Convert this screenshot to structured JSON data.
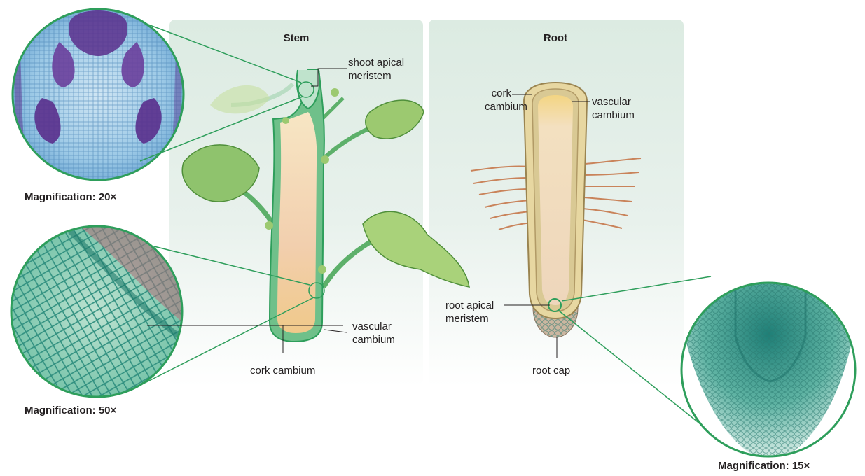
{
  "panels": {
    "stem": {
      "title": "Stem"
    },
    "root": {
      "title": "Root"
    }
  },
  "labels": {
    "shoot_apical_meristem_1": "shoot apical",
    "shoot_apical_meristem_2": "meristem",
    "stem_vascular_cambium_1": "vascular",
    "stem_vascular_cambium_2": "cambium",
    "stem_cork_cambium": "cork cambium",
    "root_cork_cambium_1": "cork",
    "root_cork_cambium_2": "cambium",
    "root_vascular_cambium_1": "vascular",
    "root_vascular_cambium_2": "cambium",
    "root_apical_meristem_1": "root apical",
    "root_apical_meristem_2": "meristem",
    "root_cap": "root cap"
  },
  "magnifications": {
    "shoot": "Magnification: 20×",
    "stem_cross": "Magnification: 50×",
    "root_tip": "Magnification: 15×"
  },
  "colors": {
    "accent_green": "#2e9e5b",
    "panel_bg": "#dcebe2",
    "stem_core": "#f3d9a8",
    "micro_purple": "#6a3f9c",
    "micro_teal": "#3aa892"
  }
}
